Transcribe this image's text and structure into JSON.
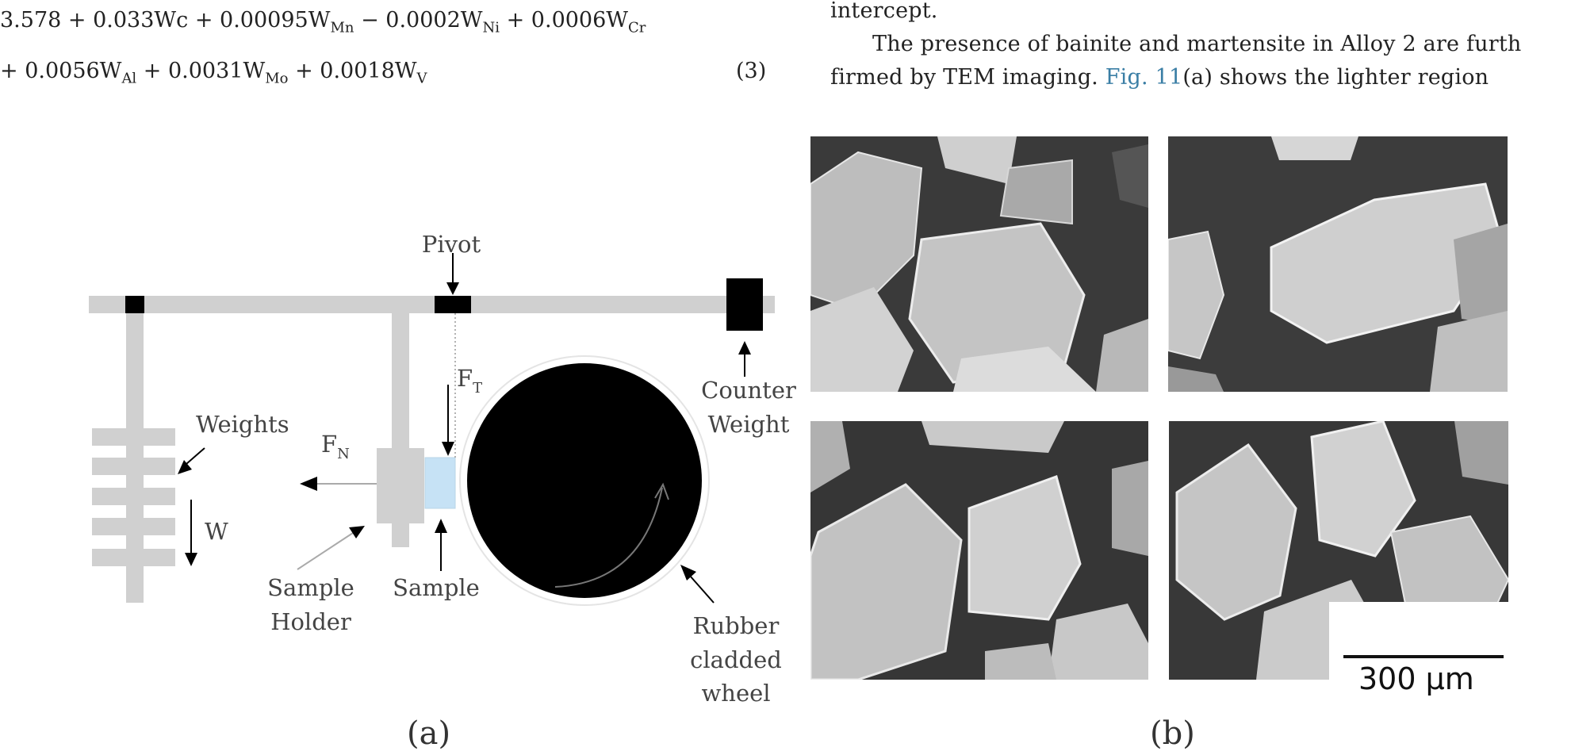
{
  "equation": {
    "line1": {
      "t1": "3.578 + 0.033Wc + 0.00095W",
      "s1": "Mn",
      "t2": " − 0.0002W",
      "s2": "Ni",
      "t3": " + 0.0006W",
      "s3": "Cr"
    },
    "line2": {
      "t1": "+ 0.0056W",
      "s1": "Al",
      "t2": " + 0.0031W",
      "s2": "Mo",
      "t3": " + 0.0018W",
      "s3": "V"
    },
    "number": "(3)"
  },
  "body_text": {
    "line1": "intercept.",
    "line2": "The presence of bainite and martensite in Alloy 2 are furth",
    "line3_pre": "firmed by TEM imaging. ",
    "line3_link": "Fig. 11",
    "line3_post": "(a) shows the lighter region"
  },
  "figure_a": {
    "labels": {
      "pivot": "Pivot",
      "ft": "F",
      "ft_sub": "T",
      "fn": "F",
      "fn_sub": "N",
      "counter1": "Counter",
      "counter2": "Weight",
      "weights": "Weights",
      "w": "W",
      "holder1": "Sample",
      "holder2": "Holder",
      "sample": "Sample",
      "wheel1": "Rubber",
      "wheel2": "cladded",
      "wheel3": "wheel"
    },
    "caption": "(a)",
    "colors": {
      "frame": "#d0d0d0",
      "sample": "#c6e2f5",
      "wheel": "#000000"
    }
  },
  "figure_b": {
    "scale_bar": "300 μm",
    "caption": "(b)"
  }
}
